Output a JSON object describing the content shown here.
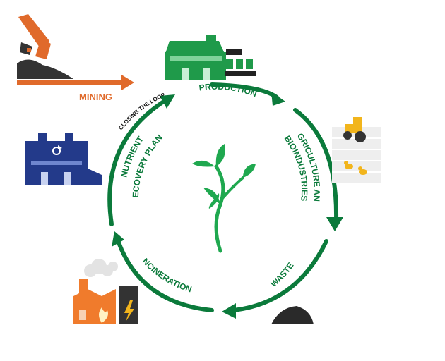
{
  "labels": {
    "mining": "MINING",
    "production": "PRODUCTION",
    "agriculture_line1": "AGRICULTURE AND",
    "agriculture_line2": "BIOINDUSTRIES",
    "waste": "WASTE",
    "incineration": "INCINERATION",
    "nutrient_line1": "NUTRIENT",
    "nutrient_line2": "RECOVERY PLANT",
    "closing_loop": "CLOSING THE LOOP"
  },
  "colors": {
    "cycle_green": "#0b7a3b",
    "mining_orange": "#e06a2b",
    "factory_green": "#1f9a4a",
    "plant_navy": "#233a8a",
    "fire_orange": "#f07b2c",
    "tractor_yellow": "#f2b51c",
    "dark_pile": "#2a2a2a"
  },
  "icons": [
    "excavator-icon",
    "production-factory-icon",
    "tractor-icon",
    "chicks-icon",
    "waste-pile-icon",
    "incinerator-icon",
    "recovery-plant-icon",
    "sprout-icon"
  ]
}
